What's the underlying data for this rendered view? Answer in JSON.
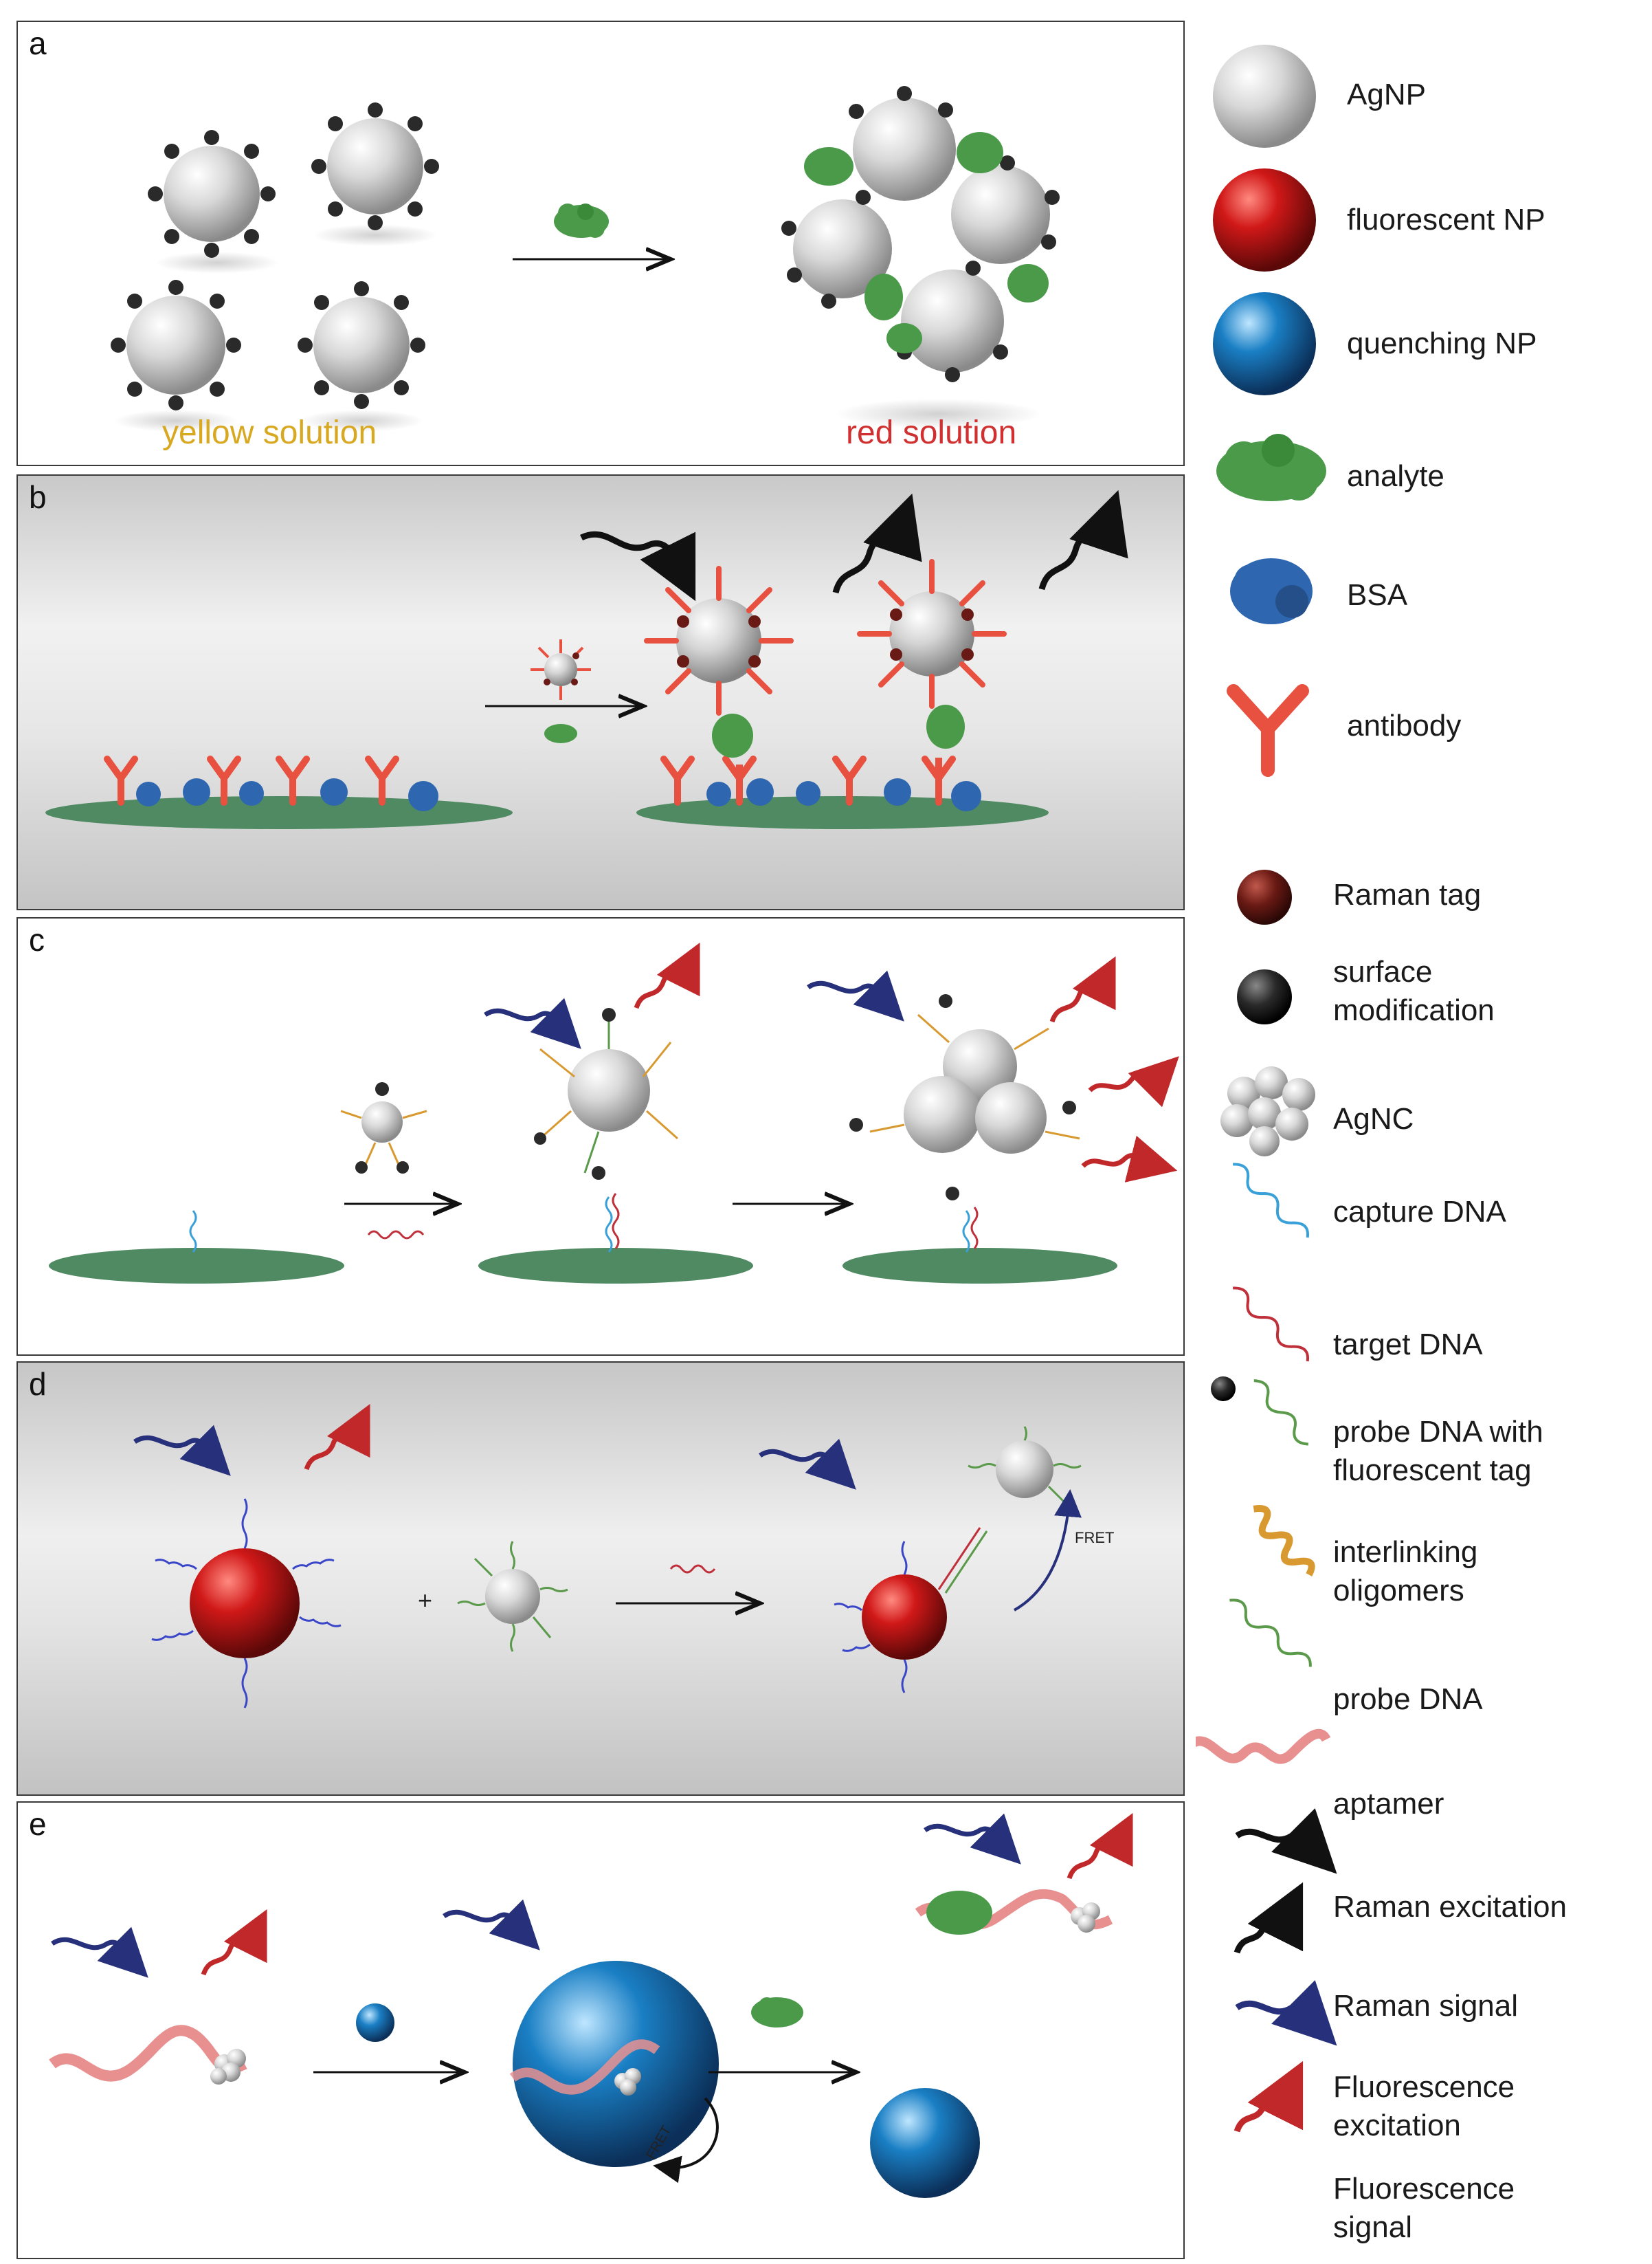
{
  "panels": [
    {
      "id": "a",
      "label": "a",
      "captions": {
        "left": "yellow solution",
        "right": "red solution"
      }
    },
    {
      "id": "b",
      "label": "b"
    },
    {
      "id": "c",
      "label": "c"
    },
    {
      "id": "d",
      "label": "d",
      "fret": "FRET"
    },
    {
      "id": "e",
      "label": "e",
      "fret": "FRET"
    }
  ],
  "legend": [
    {
      "label": "AgNP",
      "icon": "agnp-sphere"
    },
    {
      "label": "fluorescent NP",
      "icon": "red-sphere"
    },
    {
      "label": "quenching NP",
      "icon": "blue-sphere"
    },
    {
      "label": "analyte",
      "icon": "analyte-protein"
    },
    {
      "label": "BSA",
      "icon": "bsa-protein"
    },
    {
      "label": "antibody",
      "icon": "antibody"
    },
    {
      "label": "Raman tag",
      "icon": "raman-tag-sphere"
    },
    {
      "label": "surface\nmodification",
      "icon": "surface-modification-sphere"
    },
    {
      "label": "AgNC",
      "icon": "agnc-cluster"
    },
    {
      "label": "capture DNA",
      "icon": "capture-dna-strand"
    },
    {
      "label": "target DNA",
      "icon": "target-dna-strand"
    },
    {
      "label": "probe DNA with\nfluorescent tag",
      "icon": "probe-dna-tag-strand"
    },
    {
      "label": "interlinking\noligomers",
      "icon": "oligomer-coil"
    },
    {
      "label": "probe DNA",
      "icon": "probe-dna-strand"
    },
    {
      "label": "aptamer",
      "icon": "aptamer-ribbon"
    },
    {
      "label": "Raman excitation",
      "icon": "raman-excitation-arrow"
    },
    {
      "label": "Raman signal",
      "icon": "raman-signal-arrow"
    },
    {
      "label": "Fluorescence\nexcitation",
      "icon": "fluorescence-excitation-arrow"
    },
    {
      "label": "Fluorescence\nsignal",
      "icon": "fluorescence-signal-arrow"
    }
  ],
  "colors": {
    "silver": "#d9d9d9",
    "red_np": "#d01818",
    "blue_np": "#1a7fc4",
    "analyte": "#4a9a4a",
    "bsa": "#2e67b0",
    "antibody": "#e8503f",
    "raman_tag": "#6a1a14",
    "surface_mod": "#2a2a2a",
    "capture_dna": "#3aa0d8",
    "target_dna": "#c0303a",
    "probe_dna": "#5a9a4a",
    "oligomer": "#d89a30",
    "aptamer": "#e89090",
    "fluor_exc": "#27307a",
    "fluor_sig": "#c0282a",
    "caption_yellow": "#d8a820",
    "caption_red": "#d03030"
  }
}
